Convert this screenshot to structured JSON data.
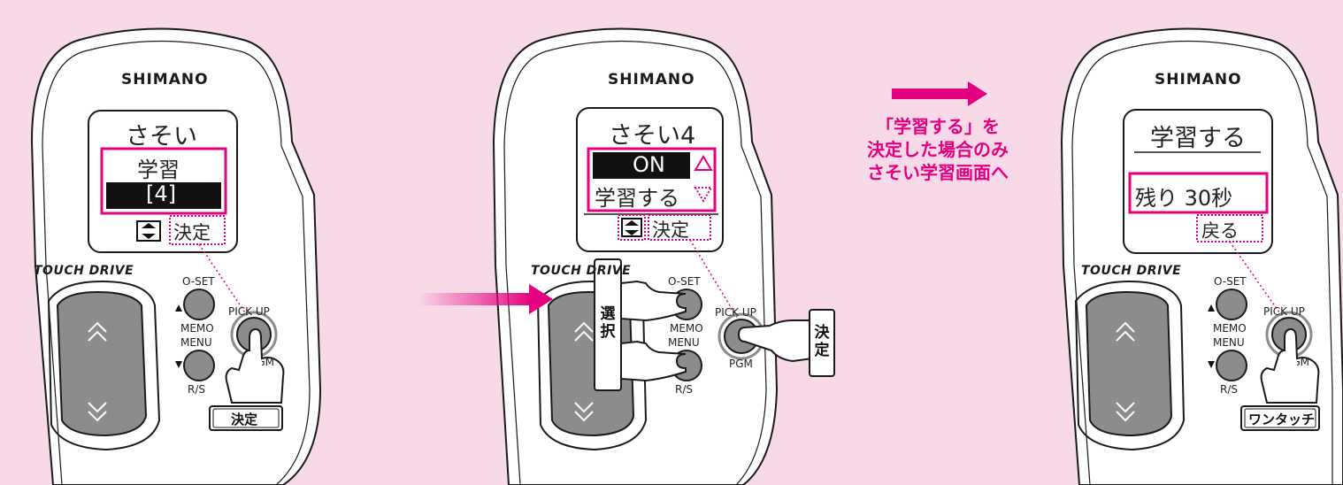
{
  "colors": {
    "background": "#f8d9e8",
    "accent": "#e4007f",
    "lcd_bg": "#ffffff",
    "inverse_bg": "#111111",
    "button_gray": "#8c8c8c"
  },
  "devices": [
    {
      "brand": "SHIMANO",
      "series": "TOUCH DRIVE",
      "screen": {
        "title": "さそい",
        "line1": "学習",
        "line2_inverse": "[4]",
        "icon": "up-down-arrow-icon",
        "confirm_label": "決定"
      },
      "buttons": {
        "top_label": "O-SET",
        "top_sub": "MEMO",
        "bottom_label": "MENU",
        "bottom_sub": "R/S",
        "pickup_label": "PICK UP",
        "pickup_sub": "PGM"
      },
      "action_tag": "決定"
    },
    {
      "brand": "SHIMANO",
      "series": "TOUCH DRIVE",
      "screen": {
        "title": "さそい4",
        "line1_inverse": "ON",
        "line2": "学習する",
        "icon": "up-down-arrow-icon",
        "confirm_label": "決定"
      },
      "buttons": {
        "top_label": "O-SET",
        "top_sub": "MEMO",
        "bottom_label": "MENU",
        "bottom_sub": "R/S",
        "pickup_label": "PICK UP",
        "pickup_sub": "PGM"
      },
      "select_tag": "選択",
      "confirm_tag": "決定"
    },
    {
      "brand": "SHIMANO",
      "series": "TOUCH DRIVE",
      "screen": {
        "title": "学習する",
        "remaining": "残り 30秒",
        "back_label": "戻る"
      },
      "buttons": {
        "top_label": "O-SET",
        "top_sub": "MEMO",
        "bottom_label": "MENU",
        "bottom_sub": "R/S",
        "pickup_label": "PICK UP",
        "pickup_sub": "PGM"
      },
      "action_tag": "ワンタッチ"
    }
  ],
  "callout": {
    "line1": "「学習する」を",
    "line2": "決定した場合のみ",
    "line3": "さそい学習画面へ"
  }
}
